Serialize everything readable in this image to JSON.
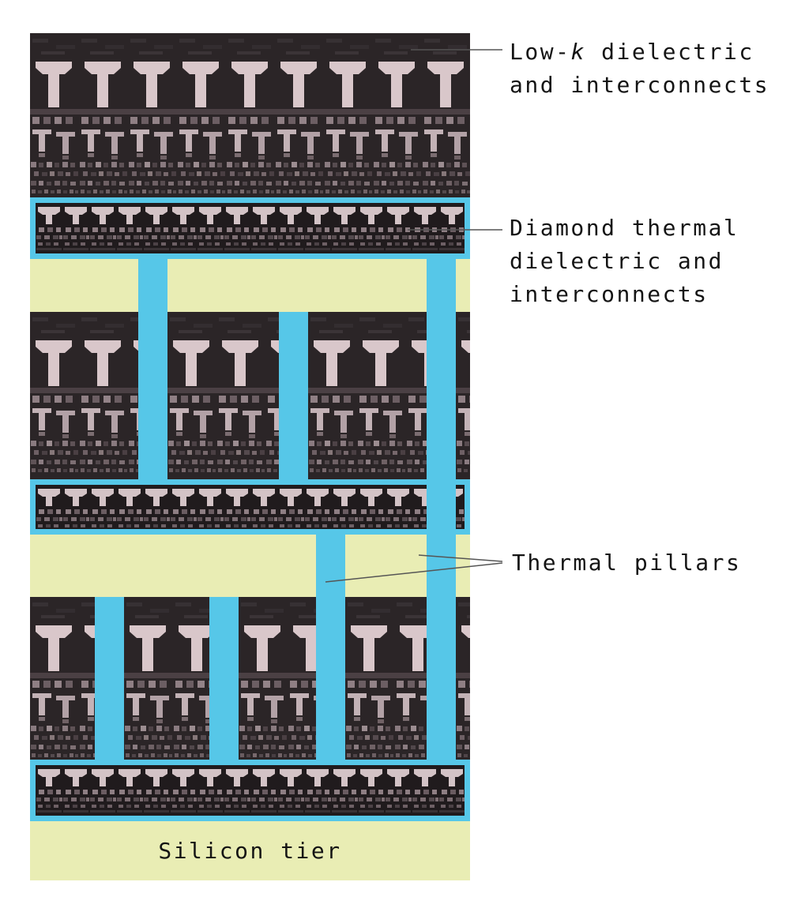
{
  "labels": {
    "low_k_dielectric": {
      "pre": "Low-",
      "k": "k",
      "post": " dielectric",
      "line2": "and interconnects"
    },
    "diamond": {
      "line1": "Diamond thermal",
      "line2": "dielectric and",
      "line3": "interconnects"
    },
    "thermal_pillars": "Thermal pillars",
    "silicon_tier": "Silicon tier"
  },
  "colors": {
    "thermal_pillar_blue": "#56c7e8",
    "substrate_yellow": "#e9edb4",
    "annotation_text": "#141414",
    "leader_line": "#555555",
    "page_background": "#ffffff"
  },
  "stack": {
    "rows_top_to_bottom": [
      {
        "type": "interconnect-tier"
      },
      {
        "type": "diamond-dielectric-layer"
      },
      {
        "type": "pillar-gap"
      },
      {
        "type": "interconnect-tier"
      },
      {
        "type": "diamond-dielectric-layer"
      },
      {
        "type": "pillar-gap"
      },
      {
        "type": "interconnect-tier"
      },
      {
        "type": "diamond-dielectric-layer"
      },
      {
        "type": "silicon-tier"
      }
    ]
  }
}
